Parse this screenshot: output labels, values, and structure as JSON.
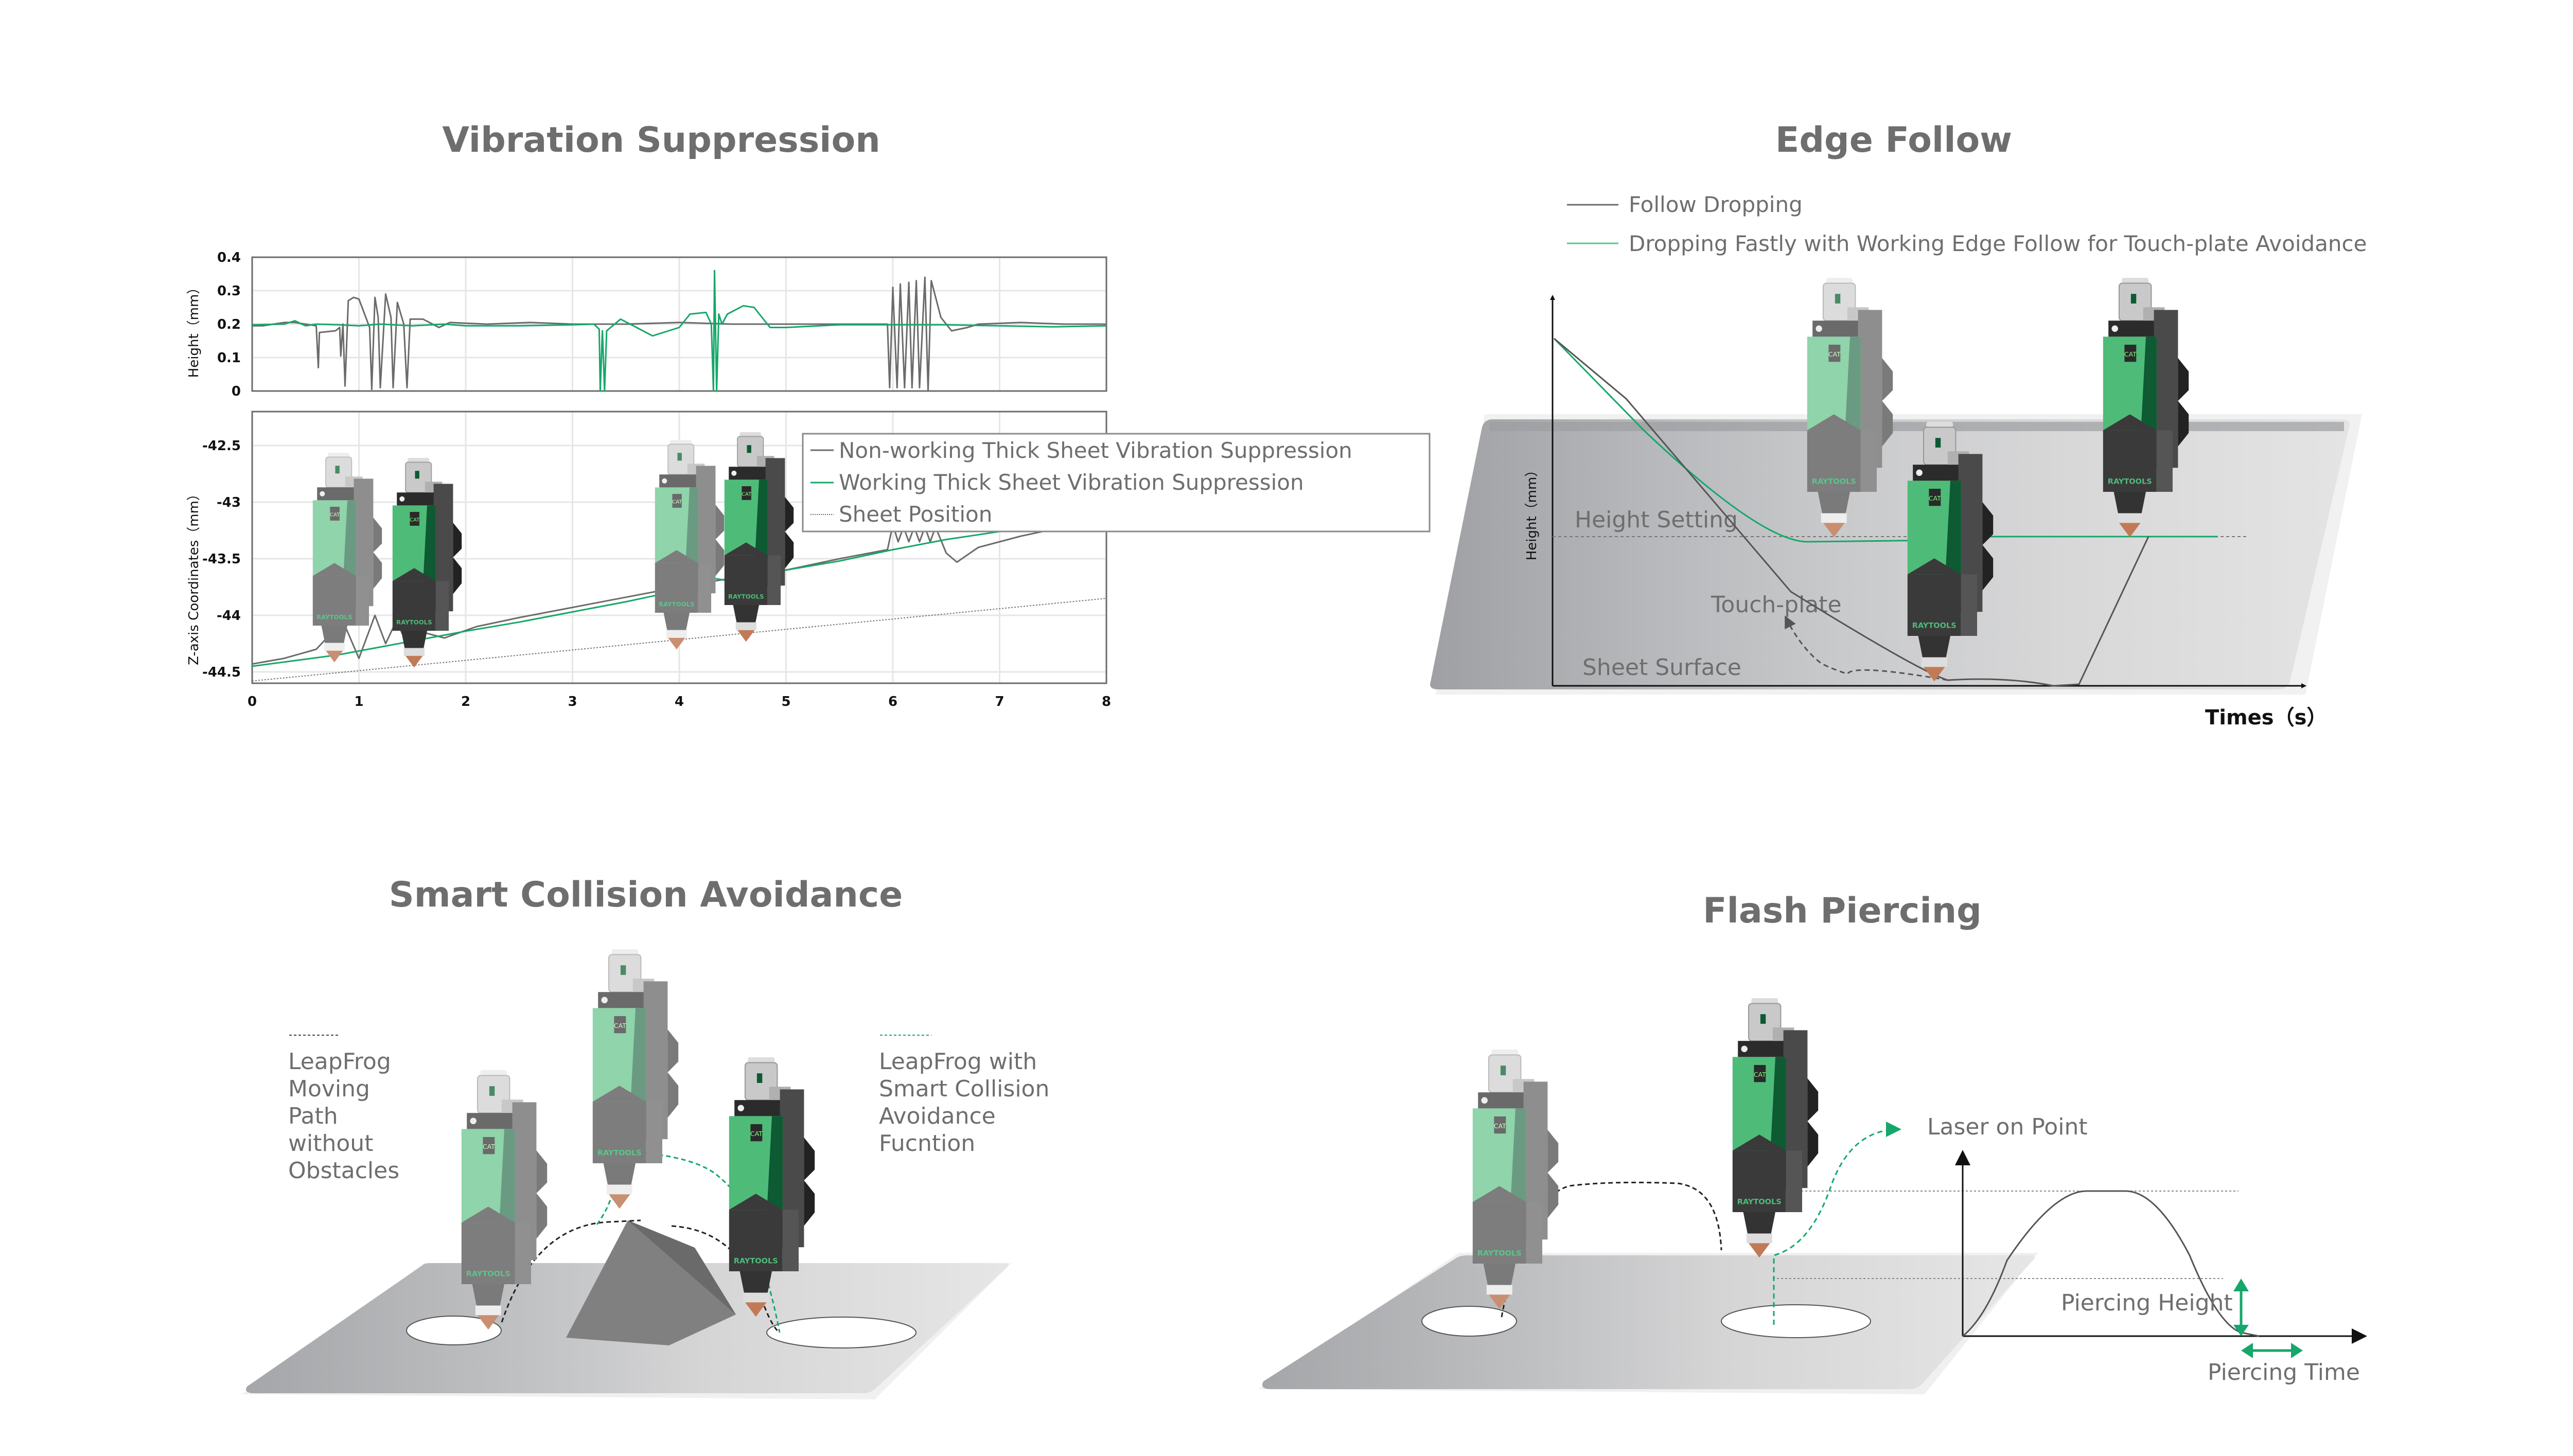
{
  "colors": {
    "green": "#16a76a",
    "green_light": "#7fd1a6",
    "green_dark": "#0d5a33",
    "gray_line": "#6b6b6b",
    "text": "#6e6e6e",
    "sheet": "#c8c8ca"
  },
  "vibration": {
    "title": "Vibration Suppression",
    "legend": [
      {
        "label": "Non-working Thick Sheet Vibration Suppression",
        "style": "solid-gray"
      },
      {
        "label": "Working Thick Sheet Vibration Suppression",
        "style": "solid-green"
      },
      {
        "label": "Sheet Position",
        "style": "dotted-gray"
      }
    ]
  },
  "chart_data": [
    {
      "type": "line",
      "title": "Height vs time (top panel)",
      "xlabel": "",
      "ylabel": "Height（mm）",
      "xlim": [
        0,
        8
      ],
      "ylim": [
        0,
        0.4
      ],
      "x_ticks": [
        "0",
        "1",
        "2",
        "3",
        "4",
        "5",
        "6",
        "7",
        "8"
      ],
      "y_ticks": [
        "0",
        "0.1",
        "0.2",
        "0.3",
        "0.4"
      ],
      "grid": true,
      "series": [
        {
          "name": "Non-working Thick Sheet Vibration Suppression",
          "color": "gray",
          "points": [
            [
              0,
              0.195
            ],
            [
              0.1,
              0.195
            ],
            [
              0.2,
              0.2
            ],
            [
              0.3,
              0.205
            ],
            [
              0.4,
              0.205
            ],
            [
              0.5,
              0.2
            ],
            [
              0.6,
              0.195
            ],
            [
              0.62,
              0.07
            ],
            [
              0.63,
              0.175
            ],
            [
              0.72,
              0.178
            ],
            [
              0.78,
              0.18
            ],
            [
              0.82,
              0.19
            ],
            [
              0.83,
              0.105
            ],
            [
              0.85,
              0.2
            ],
            [
              0.87,
              0.015
            ],
            [
              0.9,
              0.27
            ],
            [
              0.95,
              0.28
            ],
            [
              1.0,
              0.275
            ],
            [
              1.1,
              0.19
            ],
            [
              1.12,
              0.005
            ],
            [
              1.15,
              0.28
            ],
            [
              1.18,
              0.22
            ],
            [
              1.2,
              0.01
            ],
            [
              1.25,
              0.29
            ],
            [
              1.3,
              0.22
            ],
            [
              1.32,
              0.01
            ],
            [
              1.36,
              0.265
            ],
            [
              1.42,
              0.2
            ],
            [
              1.45,
              0.01
            ],
            [
              1.48,
              0.215
            ],
            [
              1.6,
              0.215
            ],
            [
              1.75,
              0.19
            ],
            [
              1.85,
              0.205
            ],
            [
              2.2,
              0.2
            ],
            [
              2.6,
              0.205
            ],
            [
              3.0,
              0.2
            ],
            [
              3.5,
              0.2
            ],
            [
              4.0,
              0.205
            ],
            [
              4.5,
              0.2
            ],
            [
              5.0,
              0.2
            ],
            [
              5.5,
              0.2
            ],
            [
              5.95,
              0.2
            ],
            [
              5.97,
              0.01
            ],
            [
              6.0,
              0.31
            ],
            [
              6.04,
              0.01
            ],
            [
              6.07,
              0.32
            ],
            [
              6.11,
              0.01
            ],
            [
              6.15,
              0.325
            ],
            [
              6.18,
              0.01
            ],
            [
              6.22,
              0.33
            ],
            [
              6.25,
              0.01
            ],
            [
              6.3,
              0.34
            ],
            [
              6.33,
              0.0
            ],
            [
              6.36,
              0.33
            ],
            [
              6.45,
              0.22
            ],
            [
              6.55,
              0.18
            ],
            [
              6.7,
              0.19
            ],
            [
              6.8,
              0.2
            ],
            [
              7.2,
              0.205
            ],
            [
              7.6,
              0.2
            ],
            [
              8.0,
              0.2
            ]
          ]
        },
        {
          "name": "Working Thick Sheet Vibration Suppression",
          "color": "green",
          "points": [
            [
              0,
              0.198
            ],
            [
              0.3,
              0.2
            ],
            [
              0.4,
              0.21
            ],
            [
              0.5,
              0.195
            ],
            [
              0.6,
              0.2
            ],
            [
              0.8,
              0.198
            ],
            [
              1.0,
              0.195
            ],
            [
              1.2,
              0.2
            ],
            [
              1.5,
              0.195
            ],
            [
              1.8,
              0.2
            ],
            [
              2.0,
              0.195
            ],
            [
              2.5,
              0.195
            ],
            [
              3.0,
              0.198
            ],
            [
              3.2,
              0.2
            ],
            [
              3.25,
              0.185
            ],
            [
              3.26,
              0.0
            ],
            [
              3.28,
              0.18
            ],
            [
              3.3,
              0.0
            ],
            [
              3.32,
              0.18
            ],
            [
              3.45,
              0.215
            ],
            [
              3.6,
              0.19
            ],
            [
              3.75,
              0.165
            ],
            [
              3.9,
              0.18
            ],
            [
              4.0,
              0.19
            ],
            [
              4.1,
              0.23
            ],
            [
              4.25,
              0.235
            ],
            [
              4.3,
              0.2
            ],
            [
              4.32,
              0.0
            ],
            [
              4.33,
              0.36
            ],
            [
              4.35,
              0.0
            ],
            [
              4.37,
              0.23
            ],
            [
              4.4,
              0.2
            ],
            [
              4.45,
              0.23
            ],
            [
              4.6,
              0.255
            ],
            [
              4.7,
              0.25
            ],
            [
              4.85,
              0.19
            ],
            [
              5.0,
              0.19
            ],
            [
              5.5,
              0.198
            ],
            [
              6.0,
              0.198
            ],
            [
              6.5,
              0.198
            ],
            [
              7.0,
              0.195
            ],
            [
              7.5,
              0.192
            ],
            [
              8.0,
              0.195
            ]
          ]
        }
      ]
    },
    {
      "type": "line",
      "title": "Z-axis coordinates vs time (bottom panel)",
      "xlabel": "",
      "ylabel": "Z-axis Coordinates（mm）",
      "xlim": [
        0,
        8
      ],
      "ylim": [
        -44.6,
        -42.2
      ],
      "x_ticks": [
        "0",
        "1",
        "2",
        "3",
        "4",
        "5",
        "6",
        "7",
        "8"
      ],
      "y_ticks": [
        "-42.5",
        "-43",
        "-43.5",
        "-44",
        "-44.5"
      ],
      "grid": true,
      "series": [
        {
          "name": "Non-working Thick Sheet Vibration Suppression",
          "color": "gray",
          "points": [
            [
              0,
              -44.43
            ],
            [
              0.3,
              -44.38
            ],
            [
              0.6,
              -44.3
            ],
            [
              0.85,
              -44.05
            ],
            [
              1.0,
              -44.38
            ],
            [
              1.15,
              -44.0
            ],
            [
              1.25,
              -44.25
            ],
            [
              1.35,
              -44.05
            ],
            [
              1.45,
              -44.25
            ],
            [
              1.55,
              -44.05
            ],
            [
              1.6,
              -44.15
            ],
            [
              1.8,
              -44.2
            ],
            [
              2.1,
              -44.1
            ],
            [
              2.5,
              -44.02
            ],
            [
              3.0,
              -43.93
            ],
            [
              3.5,
              -43.84
            ],
            [
              4.0,
              -43.75
            ],
            [
              4.5,
              -43.67
            ],
            [
              5.0,
              -43.6
            ],
            [
              5.5,
              -43.5
            ],
            [
              5.95,
              -43.42
            ],
            [
              6.0,
              -43.2
            ],
            [
              6.05,
              -43.35
            ],
            [
              6.1,
              -43.22
            ],
            [
              6.15,
              -43.35
            ],
            [
              6.2,
              -43.22
            ],
            [
              6.25,
              -43.35
            ],
            [
              6.3,
              -43.22
            ],
            [
              6.35,
              -43.35
            ],
            [
              6.4,
              -43.22
            ],
            [
              6.5,
              -43.45
            ],
            [
              6.6,
              -43.53
            ],
            [
              6.8,
              -43.4
            ],
            [
              7.2,
              -43.3
            ],
            [
              7.6,
              -43.22
            ],
            [
              8.0,
              -43.13
            ]
          ]
        },
        {
          "name": "Working Thick Sheet Vibration Suppression",
          "color": "green",
          "points": [
            [
              0,
              -44.45
            ],
            [
              0.4,
              -44.4
            ],
            [
              0.8,
              -44.35
            ],
            [
              1.2,
              -44.28
            ],
            [
              1.6,
              -44.21
            ],
            [
              2.0,
              -44.14
            ],
            [
              2.5,
              -44.06
            ],
            [
              3.0,
              -43.97
            ],
            [
              3.5,
              -43.88
            ],
            [
              3.8,
              -43.82
            ],
            [
              4.0,
              -43.75
            ],
            [
              4.3,
              -43.67
            ],
            [
              4.5,
              -43.7
            ],
            [
              4.55,
              -43.63
            ],
            [
              4.7,
              -43.62
            ],
            [
              5.0,
              -43.6
            ],
            [
              5.5,
              -43.52
            ],
            [
              6.0,
              -43.42
            ],
            [
              6.5,
              -43.33
            ],
            [
              7.0,
              -43.26
            ],
            [
              7.5,
              -43.2
            ],
            [
              8.0,
              -43.13
            ]
          ]
        },
        {
          "name": "Sheet Position",
          "color": "gray-dotted",
          "points": [
            [
              0,
              -44.58
            ],
            [
              8,
              -43.85
            ]
          ]
        }
      ]
    }
  ],
  "edge_follow": {
    "title": "Edge Follow",
    "legend": [
      {
        "label": "Follow Dropping",
        "style": "solid-gray"
      },
      {
        "label": "Dropping Fastly with Working Edge Follow for Touch-plate Avoidance",
        "style": "solid-green"
      }
    ],
    "y_axis_label": "Height（mm）",
    "x_axis_label": "Times（s）",
    "annotations": {
      "height_setting": "Height Setting",
      "touch_plate": "Touch-plate",
      "sheet_surface": "Sheet Surface"
    }
  },
  "collision": {
    "title": "Smart Collision Avoidance",
    "left_note": [
      "LeapFrog",
      "Moving",
      "Path",
      "without",
      "Obstacles"
    ],
    "right_note": [
      "LeapFrog with",
      "Smart Collision",
      "Avoidance",
      "Fucntion"
    ]
  },
  "piercing": {
    "title": "Flash Piercing",
    "laser_on_point": "Laser on Point",
    "piercing_height": "Piercing Height",
    "piercing_time": "Piercing Time"
  },
  "head": {
    "brand": "RAYTOOLS",
    "badge": "CAT"
  }
}
